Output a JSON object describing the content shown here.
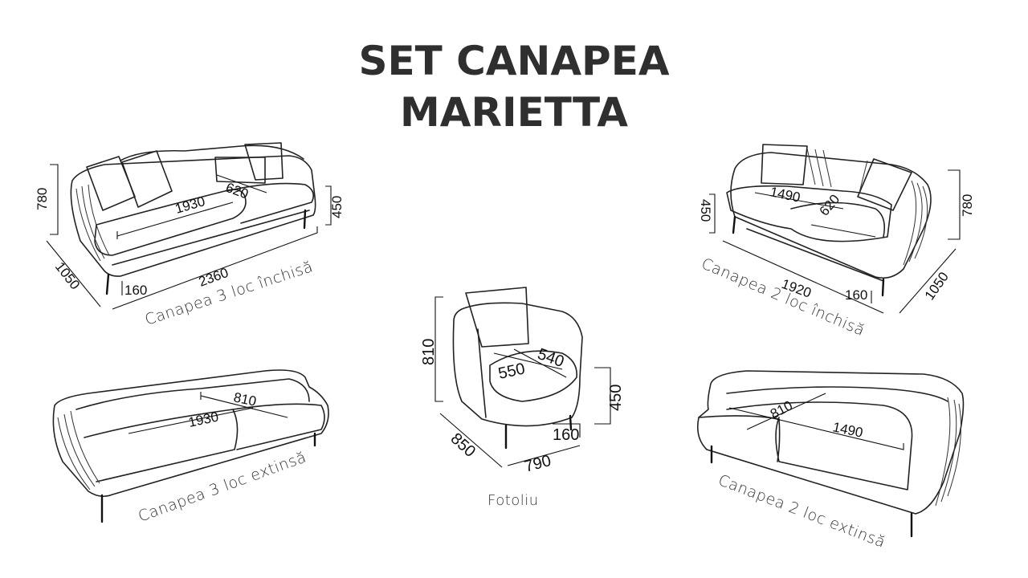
{
  "title": {
    "line1": "SET CANAPEA",
    "line2": "MARIETTA"
  },
  "products": {
    "sofa3_closed": {
      "caption": "Canapea 3 loc închisă",
      "dims": {
        "height": "780",
        "depth": "1050",
        "width": "2360",
        "seat_width": "1930",
        "seat_depth": "620",
        "seat_height": "450",
        "leg_height": "160"
      }
    },
    "sofa2_closed": {
      "caption": "Canapea 2 loc închisă",
      "dims": {
        "height": "780",
        "depth": "1050",
        "width": "1920",
        "seat_width": "1490",
        "seat_depth": "620",
        "seat_height": "450",
        "leg_height": "160"
      }
    },
    "armchair": {
      "caption": "Fotoliu",
      "dims": {
        "height": "810",
        "depth": "850",
        "width": "790",
        "seat_width": "550",
        "seat_depth": "540",
        "seat_height": "450",
        "leg_height": "160"
      }
    },
    "sofa3_extended": {
      "caption": "Canapea 3 loc extinsă",
      "dims": {
        "seat_width": "1930",
        "seat_depth": "810"
      }
    },
    "sofa2_extended": {
      "caption": "Canapea 2 loc extinsă",
      "dims": {
        "seat_width": "1490",
        "seat_depth": "810"
      }
    }
  }
}
